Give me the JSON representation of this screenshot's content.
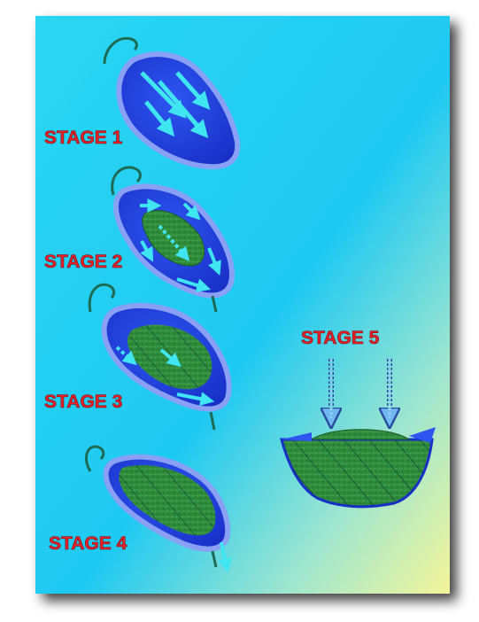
{
  "labels": {
    "stage1": "STAGE 1",
    "stage2": "STAGE 2",
    "stage3": "STAGE 3",
    "stage4": "STAGE 4",
    "stage5": "STAGE 5"
  },
  "colors": {
    "label_red": "#e8222a",
    "water_blue": "#1f3fe0",
    "rim_blue": "#8aa0f5",
    "arrow_cyan": "#38e0f0",
    "vegetation_green": "#2f8a3c",
    "background_top": "#1ad0f5",
    "background_bottom": "#f2f59a"
  }
}
